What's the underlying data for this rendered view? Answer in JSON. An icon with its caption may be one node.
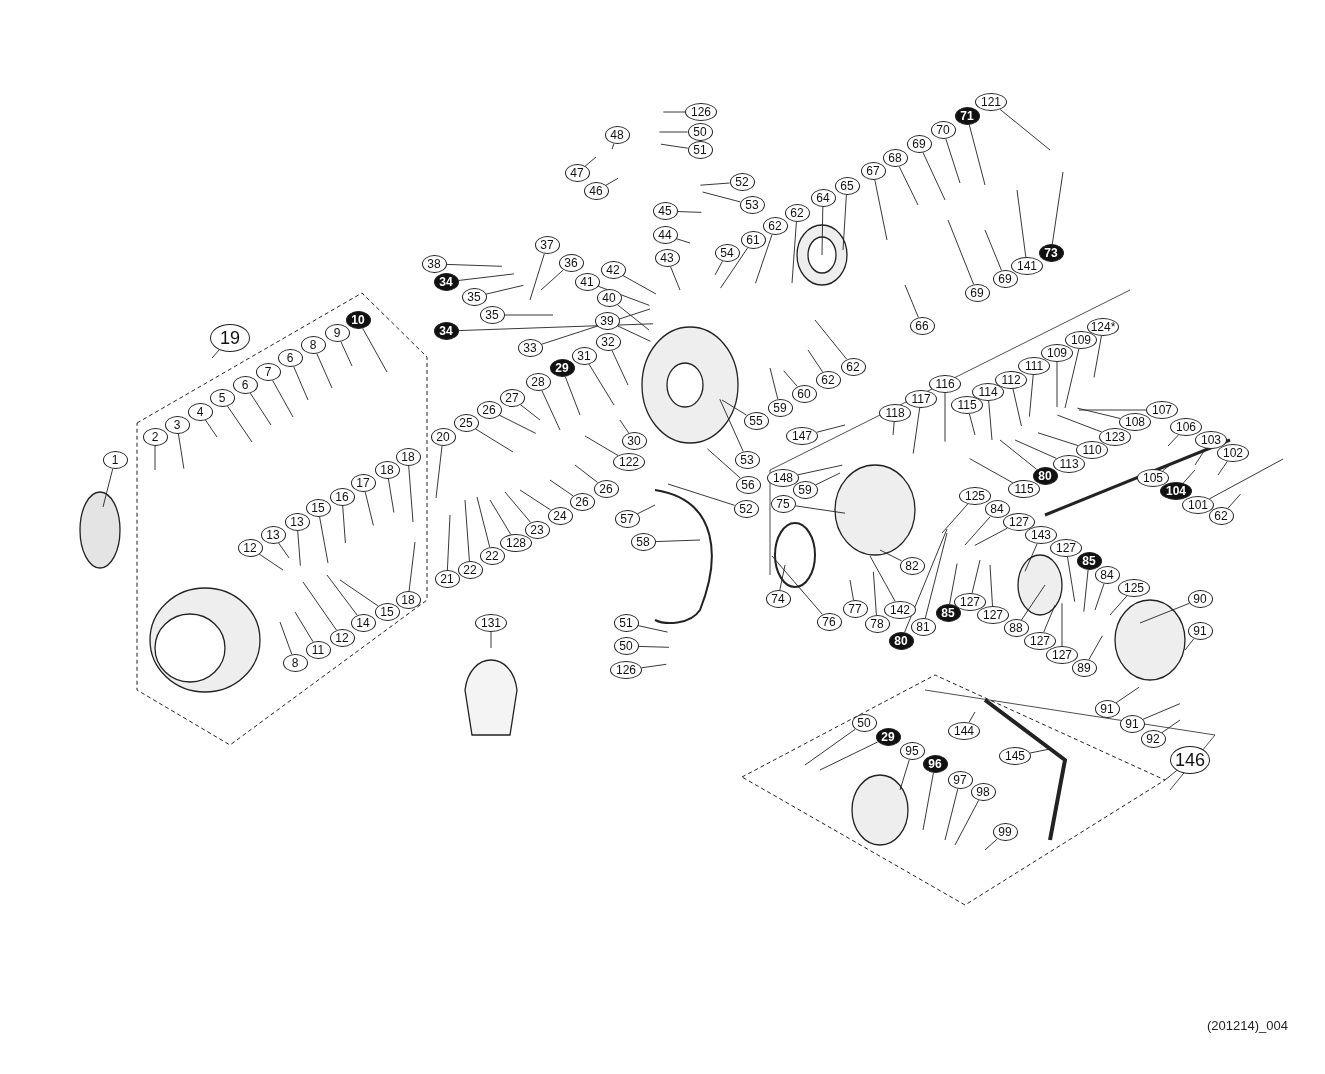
{
  "diagram": {
    "nodes": [
      {
        "text": [
          "19"
        ]
      },
      {
        "text": [
          "10"
        ]
      },
      {
        "text": [
          "9"
        ]
      },
      {
        "text": [
          "8"
        ]
      },
      {
        "text": [
          "6"
        ]
      },
      {
        "text": [
          "7"
        ]
      },
      {
        "text": [
          "6"
        ]
      },
      {
        "text": [
          "5"
        ]
      },
      {
        "text": [
          "4"
        ]
      },
      {
        "text": [
          "3"
        ]
      },
      {
        "text": [
          "2"
        ]
      },
      {
        "text": [
          "1"
        ]
      },
      {
        "text": [
          "18"
        ]
      },
      {
        "text": [
          "18"
        ]
      },
      {
        "text": [
          "17"
        ]
      },
      {
        "text": [
          "16"
        ]
      },
      {
        "text": [
          "15"
        ]
      },
      {
        "text": [
          "13"
        ]
      },
      {
        "text": [
          "13"
        ]
      },
      {
        "text": [
          "12"
        ]
      },
      {
        "text": [
          "18"
        ]
      },
      {
        "text": [
          "15"
        ]
      },
      {
        "text": [
          "14"
        ]
      },
      {
        "text": [
          "12"
        ]
      },
      {
        "text": [
          "11"
        ]
      },
      {
        "text": [
          "8"
        ]
      },
      {
        "text": [
          "126"
        ]
      },
      {
        "text": [
          "50"
        ]
      },
      {
        "text": [
          "51"
        ]
      },
      {
        "text": [
          "48"
        ]
      },
      {
        "text": [
          "47"
        ]
      },
      {
        "text": [
          "46"
        ]
      },
      {
        "text": [
          "52"
        ]
      },
      {
        "text": [
          "53"
        ]
      },
      {
        "text": [
          "45"
        ]
      },
      {
        "text": [
          "44"
        ]
      },
      {
        "text": [
          "54"
        ]
      },
      {
        "text": [
          "43"
        ]
      },
      {
        "text": [
          "42"
        ]
      },
      {
        "text": [
          "41"
        ]
      },
      {
        "text": [
          "40"
        ]
      },
      {
        "text": [
          "39"
        ]
      },
      {
        "text": [
          "61"
        ]
      },
      {
        "text": [
          "62"
        ]
      },
      {
        "text": [
          "62"
        ]
      },
      {
        "text": [
          "38"
        ]
      },
      {
        "text": [
          "34"
        ]
      },
      {
        "text": [
          "37"
        ]
      },
      {
        "text": [
          "36"
        ]
      },
      {
        "text": [
          "35"
        ]
      },
      {
        "text": [
          "35"
        ]
      },
      {
        "text": [
          "34"
        ]
      },
      {
        "text": [
          "33"
        ]
      },
      {
        "text": [
          "32"
        ]
      },
      {
        "text": [
          "31"
        ]
      },
      {
        "text": [
          "29"
        ]
      },
      {
        "text": [
          "28"
        ]
      },
      {
        "text": [
          "27"
        ]
      },
      {
        "text": [
          "26"
        ]
      },
      {
        "text": [
          "25"
        ]
      },
      {
        "text": [
          "20"
        ]
      },
      {
        "text": [
          "30"
        ]
      },
      {
        "text": [
          "122"
        ]
      },
      {
        "text": [
          "55"
        ]
      },
      {
        "text": [
          "53"
        ]
      },
      {
        "text": [
          "56"
        ]
      },
      {
        "text": [
          "52"
        ]
      },
      {
        "text": [
          "26"
        ]
      },
      {
        "text": [
          "26"
        ]
      },
      {
        "text": [
          "24"
        ]
      },
      {
        "text": [
          "23"
        ]
      },
      {
        "text": [
          "128"
        ]
      },
      {
        "text": [
          "22"
        ]
      },
      {
        "text": [
          "22"
        ]
      },
      {
        "text": [
          "21"
        ]
      },
      {
        "text": [
          "57"
        ]
      },
      {
        "text": [
          "58"
        ]
      },
      {
        "text": [
          "51"
        ]
      },
      {
        "text": [
          "50"
        ]
      },
      {
        "text": [
          "126"
        ]
      },
      {
        "text": [
          "131"
        ]
      },
      {
        "text": [
          "121"
        ]
      },
      {
        "text": [
          "71"
        ]
      },
      {
        "text": [
          "70"
        ]
      },
      {
        "text": [
          "69"
        ]
      },
      {
        "text": [
          "68"
        ]
      },
      {
        "text": [
          "67"
        ]
      },
      {
        "text": [
          "65"
        ]
      },
      {
        "text": [
          "64"
        ]
      },
      {
        "text": [
          "141"
        ]
      },
      {
        "text": [
          "73"
        ]
      },
      {
        "text": [
          "69"
        ]
      },
      {
        "text": [
          "69"
        ]
      },
      {
        "text": [
          "66"
        ]
      },
      {
        "text": [
          "62"
        ]
      },
      {
        "text": [
          "62"
        ]
      },
      {
        "text": [
          "60"
        ]
      },
      {
        "text": [
          "59"
        ]
      },
      {
        "text": [
          "124*"
        ]
      },
      {
        "text": [
          "109"
        ]
      },
      {
        "text": [
          "109"
        ]
      },
      {
        "text": [
          "111"
        ]
      },
      {
        "text": [
          "112"
        ]
      },
      {
        "text": [
          "114"
        ]
      },
      {
        "text": [
          "115"
        ]
      },
      {
        "text": [
          "116"
        ]
      },
      {
        "text": [
          "117"
        ]
      },
      {
        "text": [
          "118"
        ]
      },
      {
        "text": [
          "147"
        ]
      },
      {
        "text": [
          "148"
        ]
      },
      {
        "text": [
          "59"
        ]
      },
      {
        "text": [
          "75"
        ]
      },
      {
        "text": [
          "107"
        ]
      },
      {
        "text": [
          "108"
        ]
      },
      {
        "text": [
          "123"
        ]
      },
      {
        "text": [
          "110"
        ]
      },
      {
        "text": [
          "113"
        ]
      },
      {
        "text": [
          "80"
        ]
      },
      {
        "text": [
          "115"
        ]
      },
      {
        "text": [
          "106"
        ]
      },
      {
        "text": [
          "103"
        ]
      },
      {
        "text": [
          "102"
        ]
      },
      {
        "text": [
          "105"
        ]
      },
      {
        "text": [
          "104"
        ]
      },
      {
        "text": [
          "101"
        ]
      },
      {
        "text": [
          "62"
        ]
      },
      {
        "text": [
          "125"
        ]
      },
      {
        "text": [
          "84"
        ]
      },
      {
        "text": [
          "127"
        ]
      },
      {
        "text": [
          "143"
        ]
      },
      {
        "text": [
          "127"
        ]
      },
      {
        "text": [
          "85"
        ]
      },
      {
        "text": [
          "84"
        ]
      },
      {
        "text": [
          "125"
        ]
      },
      {
        "text": [
          "82"
        ]
      },
      {
        "text": [
          "74"
        ]
      },
      {
        "text": [
          "76"
        ]
      },
      {
        "text": [
          "77"
        ]
      },
      {
        "text": [
          "78"
        ]
      },
      {
        "text": [
          "142"
        ]
      },
      {
        "text": [
          "80"
        ]
      },
      {
        "text": [
          "81"
        ]
      },
      {
        "text": [
          "85"
        ]
      },
      {
        "text": [
          "127"
        ]
      },
      {
        "text": [
          "127"
        ]
      },
      {
        "text": [
          "88"
        ]
      },
      {
        "text": [
          "127"
        ]
      },
      {
        "text": [
          "127"
        ]
      },
      {
        "text": [
          "89"
        ]
      },
      {
        "text": [
          "90"
        ]
      },
      {
        "text": [
          "91"
        ]
      },
      {
        "text": [
          "91"
        ]
      },
      {
        "text": [
          "91"
        ]
      },
      {
        "text": [
          "92"
        ]
      },
      {
        "text": [
          "146"
        ]
      },
      {
        "text": [
          "144"
        ]
      },
      {
        "text": [
          "145"
        ]
      },
      {
        "text": [
          "50"
        ]
      },
      {
        "text": [
          "29"
        ]
      },
      {
        "text": [
          "95"
        ]
      },
      {
        "text": [
          "96"
        ]
      },
      {
        "text": [
          "97"
        ]
      },
      {
        "text": [
          "98"
        ]
      },
      {
        "text": [
          "99"
        ]
      }
    ],
    "edges": [
      {
        "from": 0,
        "to": null,
        "arrow": "none"
      },
      {
        "from": 1,
        "to": null,
        "arrow": "none"
      },
      {
        "from": 2,
        "to": null,
        "arrow": "none"
      },
      {
        "from": 3,
        "to": null,
        "arrow": "none"
      },
      {
        "from": 4,
        "to": null,
        "arrow": "none"
      },
      {
        "from": 5,
        "to": null,
        "arrow": "none"
      },
      {
        "from": 6,
        "to": null,
        "arrow": "none"
      },
      {
        "from": 7,
        "to": null,
        "arrow": "none"
      },
      {
        "from": 8,
        "to": null,
        "arrow": "none"
      },
      {
        "from": 9,
        "to": null,
        "arrow": "none"
      },
      {
        "from": 10,
        "to": null,
        "arrow": "none"
      },
      {
        "from": 11,
        "to": null,
        "arrow": "none"
      },
      {
        "from": 12,
        "to": null,
        "arrow": "none"
      },
      {
        "from": 13,
        "to": null,
        "arrow": "none"
      },
      {
        "from": 14,
        "to": null,
        "arrow": "none"
      },
      {
        "from": 15,
        "to": null,
        "arrow": "none"
      },
      {
        "from": 16,
        "to": null,
        "arrow": "none"
      },
      {
        "from": 17,
        "to": null,
        "arrow": "none"
      },
      {
        "from": 18,
        "to": null,
        "arrow": "none"
      },
      {
        "from": 19,
        "to": null,
        "arrow": "none"
      },
      {
        "from": 20,
        "to": null,
        "arrow": "none"
      },
      {
        "from": 21,
        "to": null,
        "arrow": "none"
      },
      {
        "from": 22,
        "to": null,
        "arrow": "none"
      },
      {
        "from": 23,
        "to": null,
        "arrow": "none"
      },
      {
        "from": 24,
        "to": null,
        "arrow": "none"
      },
      {
        "from": 25,
        "to": null,
        "arrow": "none"
      },
      {
        "from": 26,
        "to": null,
        "arrow": "none"
      },
      {
        "from": 27,
        "to": null,
        "arrow": "none"
      },
      {
        "from": 28,
        "to": null,
        "arrow": "none"
      },
      {
        "from": 29,
        "to": null,
        "arrow": "none"
      },
      {
        "from": 30,
        "to": null,
        "arrow": "none"
      },
      {
        "from": 31,
        "to": null,
        "arrow": "none"
      },
      {
        "from": 32,
        "to": null,
        "arrow": "none"
      },
      {
        "from": 33,
        "to": null,
        "arrow": "none"
      },
      {
        "from": 34,
        "to": null,
        "arrow": "none"
      },
      {
        "from": 35,
        "to": null,
        "arrow": "none"
      },
      {
        "from": 36,
        "to": null,
        "arrow": "none"
      },
      {
        "from": 37,
        "to": null,
        "arrow": "none"
      },
      {
        "from": 38,
        "to": null,
        "arrow": "none"
      },
      {
        "from": 39,
        "to": null,
        "arrow": "none"
      },
      {
        "from": 40,
        "to": null,
        "arrow": "none"
      },
      {
        "from": 41,
        "to": null,
        "arrow": "none"
      },
      {
        "from": 42,
        "to": null,
        "arrow": "none"
      },
      {
        "from": 43,
        "to": null,
        "arrow": "none"
      },
      {
        "from": 44,
        "to": null,
        "arrow": "none"
      },
      {
        "from": 45,
        "to": null,
        "arrow": "none"
      },
      {
        "from": 46,
        "to": null,
        "arrow": "none"
      },
      {
        "from": 47,
        "to": null,
        "arrow": "none"
      },
      {
        "from": 48,
        "to": null,
        "arrow": "none"
      },
      {
        "from": 49,
        "to": null,
        "arrow": "none"
      },
      {
        "from": 50,
        "to": null,
        "arrow": "none"
      },
      {
        "from": 51,
        "to": null,
        "arrow": "none"
      },
      {
        "from": 52,
        "to": null,
        "arrow": "none"
      },
      {
        "from": 53,
        "to": null,
        "arrow": "none"
      },
      {
        "from": 54,
        "to": null,
        "arrow": "none"
      },
      {
        "from": 55,
        "to": null,
        "arrow": "none"
      },
      {
        "from": 56,
        "to": null,
        "arrow": "none"
      },
      {
        "from": 57,
        "to": null,
        "arrow": "none"
      },
      {
        "from": 58,
        "to": null,
        "arrow": "none"
      },
      {
        "from": 59,
        "to": null,
        "arrow": "none"
      },
      {
        "from": 60,
        "to": null,
        "arrow": "none"
      },
      {
        "from": 61,
        "to": null,
        "arrow": "none"
      },
      {
        "from": 62,
        "to": null,
        "arrow": "none"
      },
      {
        "from": 63,
        "to": null,
        "arrow": "none"
      },
      {
        "from": 64,
        "to": null,
        "arrow": "none"
      },
      {
        "from": 65,
        "to": null,
        "arrow": "none"
      },
      {
        "from": 66,
        "to": null,
        "arrow": "none"
      },
      {
        "from": 67,
        "to": null,
        "arrow": "none"
      },
      {
        "from": 68,
        "to": null,
        "arrow": "none"
      },
      {
        "from": 69,
        "to": null,
        "arrow": "none"
      },
      {
        "from": 70,
        "to": null,
        "arrow": "none"
      },
      {
        "from": 71,
        "to": null,
        "arrow": "none"
      },
      {
        "from": 72,
        "to": null,
        "arrow": "none"
      },
      {
        "from": 73,
        "to": null,
        "arrow": "none"
      },
      {
        "from": 74,
        "to": null,
        "arrow": "none"
      },
      {
        "from": 75,
        "to": null,
        "arrow": "none"
      },
      {
        "from": 76,
        "to": null,
        "arrow": "none"
      },
      {
        "from": 77,
        "to": null,
        "arrow": "none"
      },
      {
        "from": 78,
        "to": null,
        "arrow": "none"
      },
      {
        "from": 79,
        "to": null,
        "arrow": "none"
      },
      {
        "from": 80,
        "to": null,
        "arrow": "none"
      },
      {
        "from": 81,
        "to": null,
        "arrow": "none"
      },
      {
        "from": 82,
        "to": null,
        "arrow": "none"
      },
      {
        "from": 83,
        "to": null,
        "arrow": "none"
      },
      {
        "from": 84,
        "to": null,
        "arrow": "none"
      },
      {
        "from": 85,
        "to": null,
        "arrow": "none"
      },
      {
        "from": 86,
        "to": null,
        "arrow": "none"
      },
      {
        "from": 87,
        "to": null,
        "arrow": "none"
      },
      {
        "from": 88,
        "to": null,
        "arrow": "none"
      },
      {
        "from": 89,
        "to": null,
        "arrow": "none"
      },
      {
        "from": 90,
        "to": null,
        "arrow": "none"
      },
      {
        "from": 91,
        "to": null,
        "arrow": "none"
      },
      {
        "from": 92,
        "to": null,
        "arrow": "none"
      },
      {
        "from": 93,
        "to": null,
        "arrow": "none"
      },
      {
        "from": 94,
        "to": null,
        "arrow": "none"
      },
      {
        "from": 95,
        "to": null,
        "arrow": "none"
      },
      {
        "from": 96,
        "to": null,
        "arrow": "none"
      },
      {
        "from": 97,
        "to": null,
        "arrow": "none"
      },
      {
        "from": 98,
        "to": null,
        "arrow": "none"
      },
      {
        "from": 99,
        "to": null,
        "arrow": "none"
      },
      {
        "from": 100,
        "to": null,
        "arrow": "none"
      },
      {
        "from": 101,
        "to": null,
        "arrow": "none"
      },
      {
        "from": 102,
        "to": null,
        "arrow": "none"
      },
      {
        "from": 103,
        "to": null,
        "arrow": "none"
      },
      {
        "from": 104,
        "to": null,
        "arrow": "none"
      },
      {
        "from": 105,
        "to": null,
        "arrow": "none"
      },
      {
        "from": 106,
        "to": null,
        "arrow": "none"
      },
      {
        "from": 107,
        "to": null,
        "arrow": "none"
      },
      {
        "from": 108,
        "to": null,
        "arrow": "none"
      },
      {
        "from": 109,
        "to": null,
        "arrow": "none"
      },
      {
        "from": 110,
        "to": null,
        "arrow": "none"
      },
      {
        "from": 111,
        "to": null,
        "arrow": "none"
      },
      {
        "from": 112,
        "to": null,
        "arrow": "none"
      },
      {
        "from": 113,
        "to": null,
        "arrow": "none"
      },
      {
        "from": 114,
        "to": null,
        "arrow": "none"
      },
      {
        "from": 115,
        "to": null,
        "arrow": "none"
      },
      {
        "from": 116,
        "to": null,
        "arrow": "none"
      },
      {
        "from": 117,
        "to": null,
        "arrow": "none"
      },
      {
        "from": 118,
        "to": null,
        "arrow": "none"
      },
      {
        "from": 119,
        "to": null,
        "arrow": "none"
      },
      {
        "from": 120,
        "to": null,
        "arrow": "none"
      },
      {
        "from": 121,
        "to": null,
        "arrow": "none"
      },
      {
        "from": 122,
        "to": null,
        "arrow": "none"
      },
      {
        "from": 123,
        "to": null,
        "arrow": "none"
      },
      {
        "from": 124,
        "to": null,
        "arrow": "none"
      },
      {
        "from": 125,
        "to": null,
        "arrow": "none"
      },
      {
        "from": 126,
        "to": null,
        "arrow": "none"
      },
      {
        "from": 127,
        "to": null,
        "arrow": "none"
      },
      {
        "from": 128,
        "to": null,
        "arrow": "none"
      },
      {
        "from": 129,
        "to": null,
        "arrow": "none"
      },
      {
        "from": 130,
        "to": null,
        "arrow": "none"
      },
      {
        "from": 131,
        "to": null,
        "arrow": "none"
      },
      {
        "from": 132,
        "to": null,
        "arrow": "none"
      },
      {
        "from": 133,
        "to": null,
        "arrow": "none"
      },
      {
        "from": 134,
        "to": null,
        "arrow": "none"
      },
      {
        "from": 135,
        "to": null,
        "arrow": "none"
      },
      {
        "from": 136,
        "to": null,
        "arrow": "none"
      },
      {
        "from": 137,
        "to": null,
        "arrow": "none"
      },
      {
        "from": 138,
        "to": null,
        "arrow": "none"
      },
      {
        "from": 139,
        "to": null,
        "arrow": "none"
      },
      {
        "from": 140,
        "to": null,
        "arrow": "none"
      },
      {
        "from": 141,
        "to": null,
        "arrow": "none"
      },
      {
        "from": 142,
        "to": null,
        "arrow": "none"
      },
      {
        "from": 143,
        "to": null,
        "arrow": "none"
      },
      {
        "from": 144,
        "to": null,
        "arrow": "none"
      },
      {
        "from": 145,
        "to": null,
        "arrow": "none"
      },
      {
        "from": 146,
        "to": null,
        "arrow": "none"
      },
      {
        "from": 147,
        "to": null,
        "arrow": "none"
      },
      {
        "from": 148,
        "to": null,
        "arrow": "none"
      },
      {
        "from": 149,
        "to": null,
        "arrow": "none"
      },
      {
        "from": 150,
        "to": null,
        "arrow": "none"
      },
      {
        "from": 151,
        "to": null,
        "arrow": "none"
      },
      {
        "from": 152,
        "to": null,
        "arrow": "none"
      },
      {
        "from": 153,
        "to": null,
        "arrow": "none"
      },
      {
        "from": 154,
        "to": null,
        "arrow": "none"
      },
      {
        "from": 155,
        "to": null,
        "arrow": "none"
      },
      {
        "from": 156,
        "to": null,
        "arrow": "none"
      },
      {
        "from": 157,
        "to": null,
        "arrow": "none"
      },
      {
        "from": 158,
        "to": null,
        "arrow": "none"
      },
      {
        "from": 159,
        "to": null,
        "arrow": "none"
      },
      {
        "from": 160,
        "to": null,
        "arrow": "none"
      },
      {
        "from": 161,
        "to": null,
        "arrow": "none"
      },
      {
        "from": 162,
        "to": null,
        "arrow": "none"
      },
      {
        "from": 163,
        "to": null,
        "arrow": "none"
      }
    ],
    "labels": [
      "(201214)_004"
    ]
  }
}
